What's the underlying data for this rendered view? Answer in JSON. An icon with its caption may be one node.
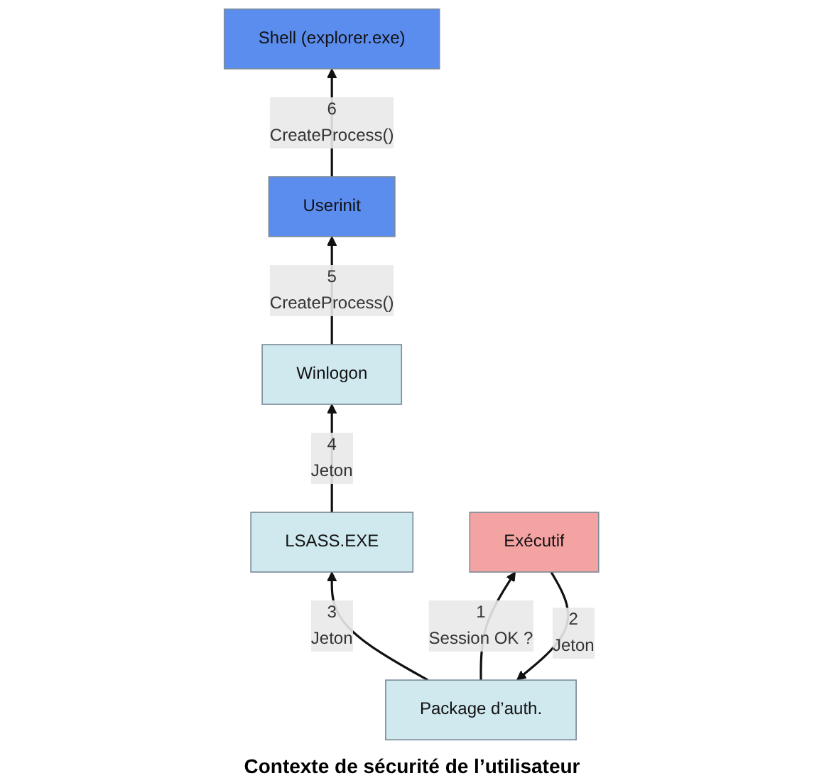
{
  "diagram": {
    "nodes": [
      {
        "text": [
          "Winlogon"
        ]
      },
      {
        "text": [
          "Userinit"
        ]
      },
      {
        "text": [
          "LSASS.EXE"
        ]
      },
      {
        "text": [
          "Shell (explorer.exe)"
        ]
      },
      {
        "text": [
          "Package d’auth."
        ]
      },
      {
        "text": [
          "Exécutif"
        ]
      }
    ],
    "edges": [
      {
        "from": 4,
        "to": 5,
        "arrow": "to",
        "label": "Session OK ?"
      },
      {
        "from": 5,
        "to": 4,
        "arrow": "to",
        "label": "Jeton"
      },
      {
        "from": 4,
        "to": 2,
        "arrow": "to",
        "label": "Jeton"
      },
      {
        "from": 2,
        "to": 0,
        "arrow": "to",
        "label": "Jeton"
      },
      {
        "from": 0,
        "to": 1,
        "arrow": "to",
        "label": "CreateProcess()"
      },
      {
        "from": 1,
        "to": 3,
        "arrow": "to",
        "label": "CreateProcess()"
      }
    ],
    "labels": [
      "1",
      "2",
      "3",
      "4",
      "5",
      "6",
      "Contexte de sécurité de l’utilisateur"
    ]
  }
}
